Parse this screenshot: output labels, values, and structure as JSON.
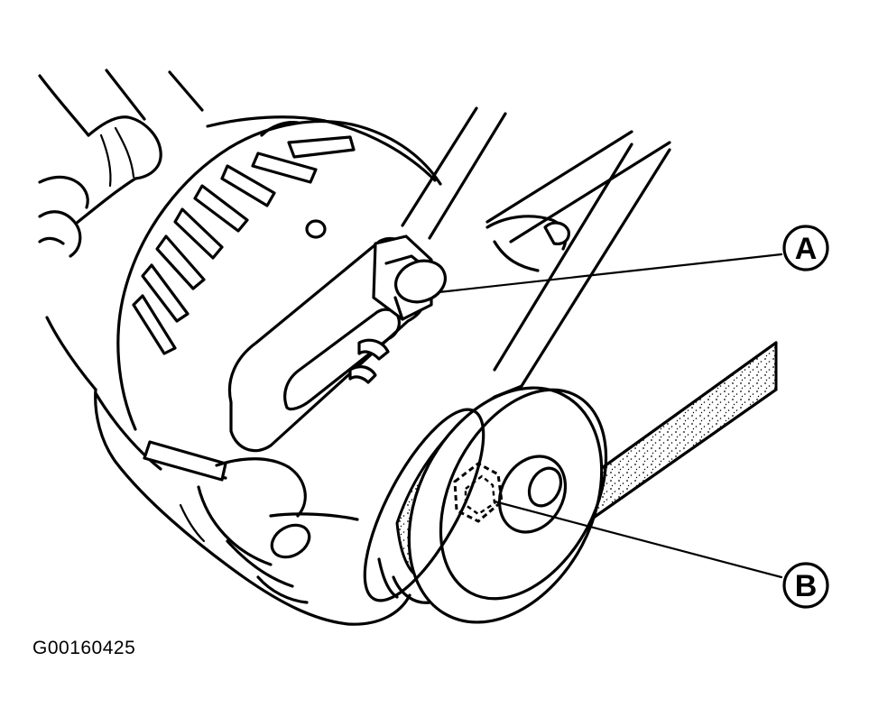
{
  "figure": {
    "id": "G00160425"
  },
  "callouts": [
    {
      "letter": "A"
    },
    {
      "letter": "B"
    }
  ],
  "colors": {
    "ink": "#000000",
    "background": "#ffffff"
  }
}
